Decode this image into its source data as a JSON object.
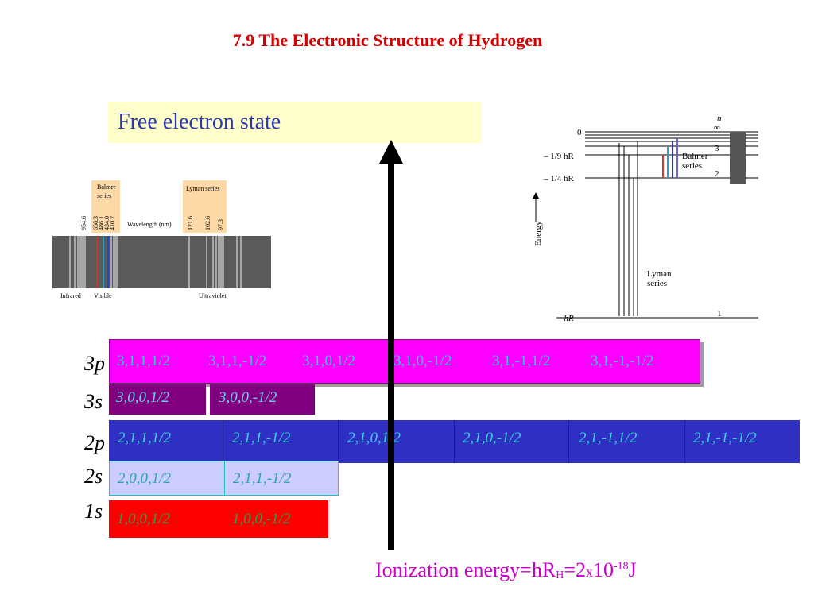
{
  "title": "7.9 The Electronic Structure of Hydrogen",
  "free_state": "Free electron state",
  "orbitals": {
    "3p": {
      "label": "3p",
      "states": [
        "3,1,1,1/2",
        "3,1,1,-1/2",
        "3,1,0,1/2",
        "3,1,0,-1/2",
        "3,1,-1,1/2",
        "3,1,-1,-1/2"
      ]
    },
    "3s": {
      "label": "3s",
      "states": [
        "3,0,0,1/2",
        "3,0,0,-1/2"
      ]
    },
    "2p": {
      "label": "2p",
      "states": [
        "2,1,1,1/2",
        "2,1,1,-1/2",
        "2,1,0,1/2",
        "2,1,0,-1/2",
        "2,1,-1,1/2",
        "2,1,-1,-1/2"
      ]
    },
    "2s": {
      "label": "2s",
      "states": [
        "2,0,0,1/2",
        "2,1,1,-1/2"
      ]
    },
    "1s": {
      "label": "1s",
      "states": [
        "1,0,0,1/2",
        "1,0,0,-1/2"
      ]
    }
  },
  "ionization": {
    "text": "Ionization energy=hR",
    "sub": "H",
    "mid": "=2",
    "x": "x",
    "ten": "10",
    "exp": "-18",
    "unit": "J"
  },
  "spectrum": {
    "balmer_label_1": "Balmer",
    "balmer_label_2": "series",
    "lyman_label": "Lyman series",
    "wavelength_label": "Wavelength (nm)",
    "infrared": "Infrared",
    "visible": "Visible",
    "ultraviolet": "Ultraviolet",
    "tick_values": [
      "954.6",
      "656.3",
      "486.1",
      "434.0",
      "410.2",
      "121.6",
      "102.6",
      "97.3"
    ]
  },
  "energy_diagram": {
    "n_label": "n",
    "inf": "∞",
    "zero": "0",
    "minus_ninth": "– 1/9 hR",
    "minus_quarter": "– 1/4 hR",
    "minus_hr": "–hR",
    "energy": "Energy",
    "balmer_1": "Balmer",
    "balmer_2": "series",
    "lyman_1": "Lyman",
    "lyman_2": "series",
    "n3": "3",
    "n2": "2",
    "n1": "1"
  },
  "colors": {
    "title": "#d40000",
    "ionization": "#cc00cc",
    "free_box": "#ffffcc",
    "row_3p": "#ff00ff",
    "row_3s": "#800080",
    "row_2p": "#2f2fc4",
    "row_2s": "#ccccff",
    "row_1s": "#ff0000"
  }
}
